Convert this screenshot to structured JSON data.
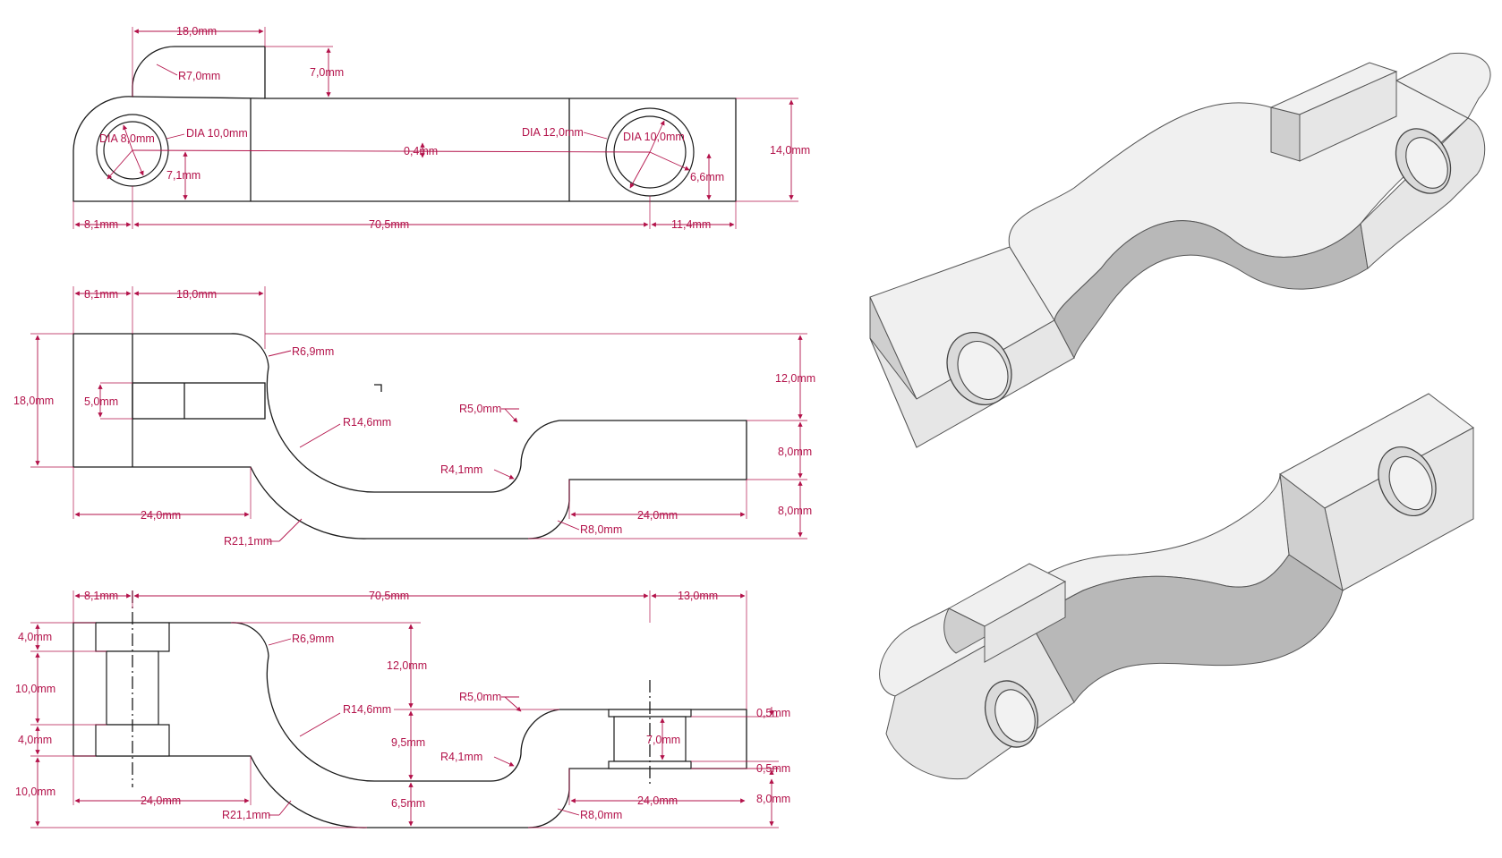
{
  "view1": {
    "labels": {
      "width_top": "18,0mm",
      "radius_top": "R7,0mm",
      "height_top": "7,0mm",
      "dia_small_left": "DIA 8,0mm",
      "dia_big_left": "DIA 10,0mm",
      "dia_big_right": "DIA 12,0mm",
      "dia_small_right": "DIA 10,0mm",
      "offset_center": "0,4mm",
      "left_v": "7,1mm",
      "right_v": "6,6mm",
      "total_h": "14,0mm",
      "left_h": "8,1mm",
      "middle_h": "70,5mm",
      "right_h": "11,4mm"
    }
  },
  "view2": {
    "labels": {
      "left_w": "8,1mm",
      "top_w": "18,0mm",
      "radius_a": "R6,9mm",
      "total_h": "18,0mm",
      "slot_h": "5,0mm",
      "radius_b": "R14,6mm",
      "radius_c": "R5,0mm",
      "radius_d": "R4,1mm",
      "right_h1": "12,0mm",
      "right_h2": "8,0mm",
      "right_h3": "8,0mm",
      "bottom_left": "24,0mm",
      "bottom_right": "24,0mm",
      "radius_e": "R21,1mm",
      "radius_f": "R8,0mm"
    }
  },
  "view3": {
    "labels": {
      "left_w": "8,1mm",
      "middle_w": "70,5mm",
      "right_w": "13,0mm",
      "left_v1": "4,0mm",
      "left_v2": "10,0mm",
      "left_v3": "4,0mm",
      "left_v4": "10,0mm",
      "radius_a": "R6,9mm",
      "center_v1": "12,0mm",
      "radius_b": "R14,6mm",
      "radius_c": "R5,0mm",
      "center_v2": "9,5mm",
      "radius_d": "R4,1mm",
      "center_v3": "6,5mm",
      "inner_v": "7,0mm",
      "gap_top": "0,5mm",
      "gap_bottom": "0,5mm",
      "right_v": "8,0mm",
      "bottom_left": "24,0mm",
      "bottom_right": "24,0mm",
      "radius_e": "R21,1mm",
      "radius_f": "R8,0mm"
    }
  },
  "colors": {
    "dimension": "#b3124a",
    "outline": "#1a1a1a",
    "hatch": "#9a9a9a",
    "model_light": "#f0f0f0",
    "model_mid": "#dcdcdc",
    "model_dark": "#bdbdbd"
  }
}
